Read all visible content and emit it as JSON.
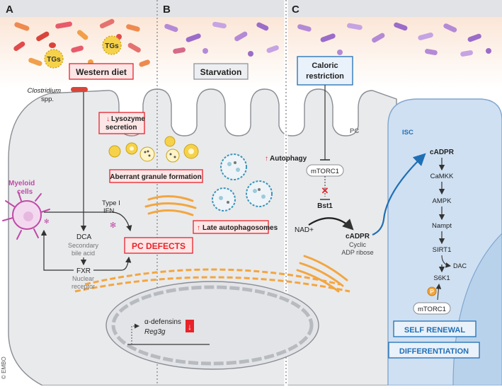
{
  "panels": {
    "a": "A",
    "b": "B",
    "c": "C"
  },
  "labels": {
    "tgs": "TGs",
    "western_diet": "Western diet",
    "clostridium": "Clostridium",
    "spp": "spp.",
    "lysozyme_1": "Lysozyme",
    "lysozyme_2": "secretion",
    "starvation": "Starvation",
    "aberrant": "Aberrant granule formation",
    "autophagy": "Autophagy",
    "late_auto": "Late autophagosomes",
    "myeloid_1": "Myeloid",
    "myeloid_2": "cells",
    "type_i": "Type I",
    "ifn": "IFN",
    "dca": "DCA",
    "secondary": "Secondary",
    "bile_acid": "bile acid",
    "fxr": "FXR",
    "nuclear": "Nuclear",
    "receptor": "receptor",
    "pc_defects": "PC DEFECTS",
    "alpha_def": "α-defensins",
    "reg3g": "Reg3g",
    "caloric_1": "Caloric",
    "caloric_2": "restriction",
    "pc": "PC",
    "mtorc1": "mTORC1",
    "bst1": "Bst1",
    "nad": "NAD+",
    "cadpr": "cADPR",
    "cyclic": "Cyclic",
    "adp_ribose": "ADP ribose",
    "isc": "ISC",
    "camkk": "CaMKK",
    "ampk": "AMPK",
    "nampt": "Nampt",
    "sirt1": "SIRT1",
    "dac": "DAC",
    "s6k1": "S6K1",
    "p": "P",
    "self_renewal": "SELF RENEWAL",
    "differentiation": "DIFFERENTIATION",
    "embo": "© EMBO"
  },
  "colors": {
    "accent_red": "#e8232a",
    "accent_blue": "#1f6fb5",
    "cell_grey": "#e9eaec",
    "isc_blue": "#cfe0f2",
    "granule_yellow": "#f6d24a",
    "golgi_orange": "#f3a640",
    "myeloid_purple": "#c04aa8"
  }
}
